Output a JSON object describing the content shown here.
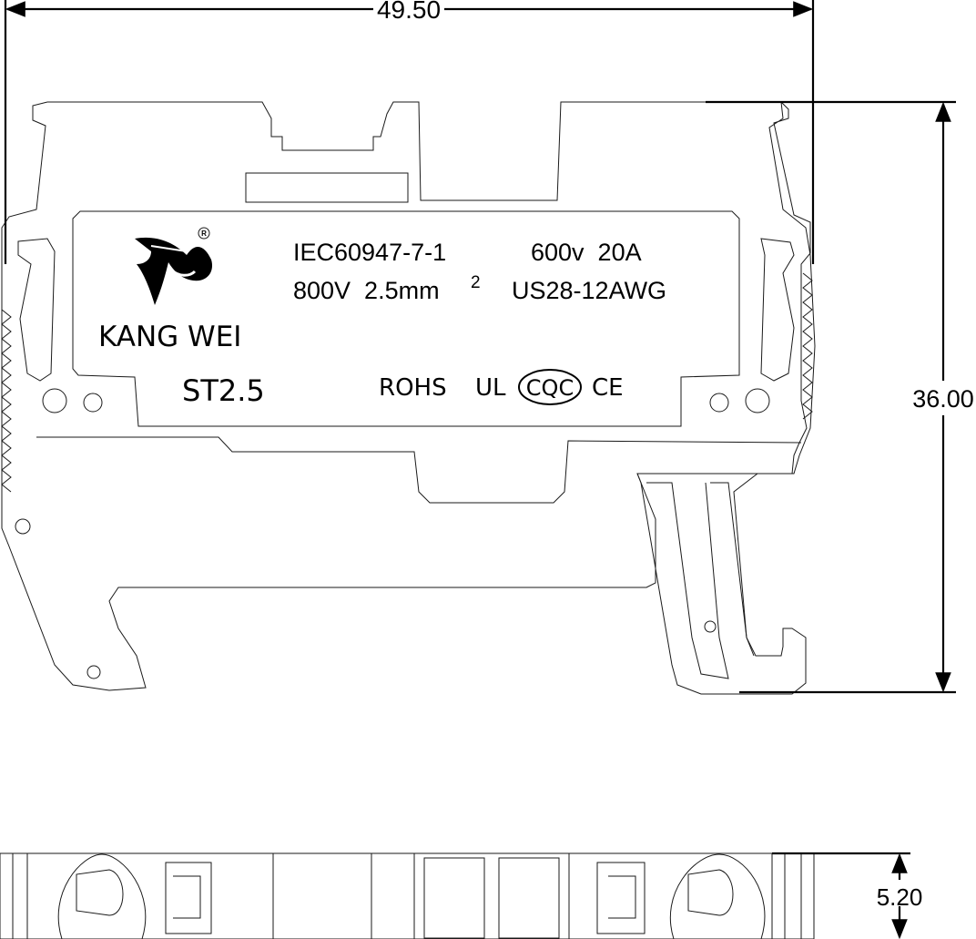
{
  "dimensions": {
    "width": "49.50",
    "height": "36.00",
    "thickness": "5.20"
  },
  "label_plate": {
    "brand": "KANG WEI",
    "registered_mark": "R",
    "model": "ST2.5",
    "standard": "IEC60947-7-1",
    "rating_line1": "600v  20A",
    "voltage_section": "800V  2.5mm",
    "superscript": "2",
    "awg_range": "US28-12AWG",
    "certifications": {
      "rohs": "ROHS",
      "ul": "UL",
      "cqc": "CQC",
      "ce": "CE"
    }
  }
}
